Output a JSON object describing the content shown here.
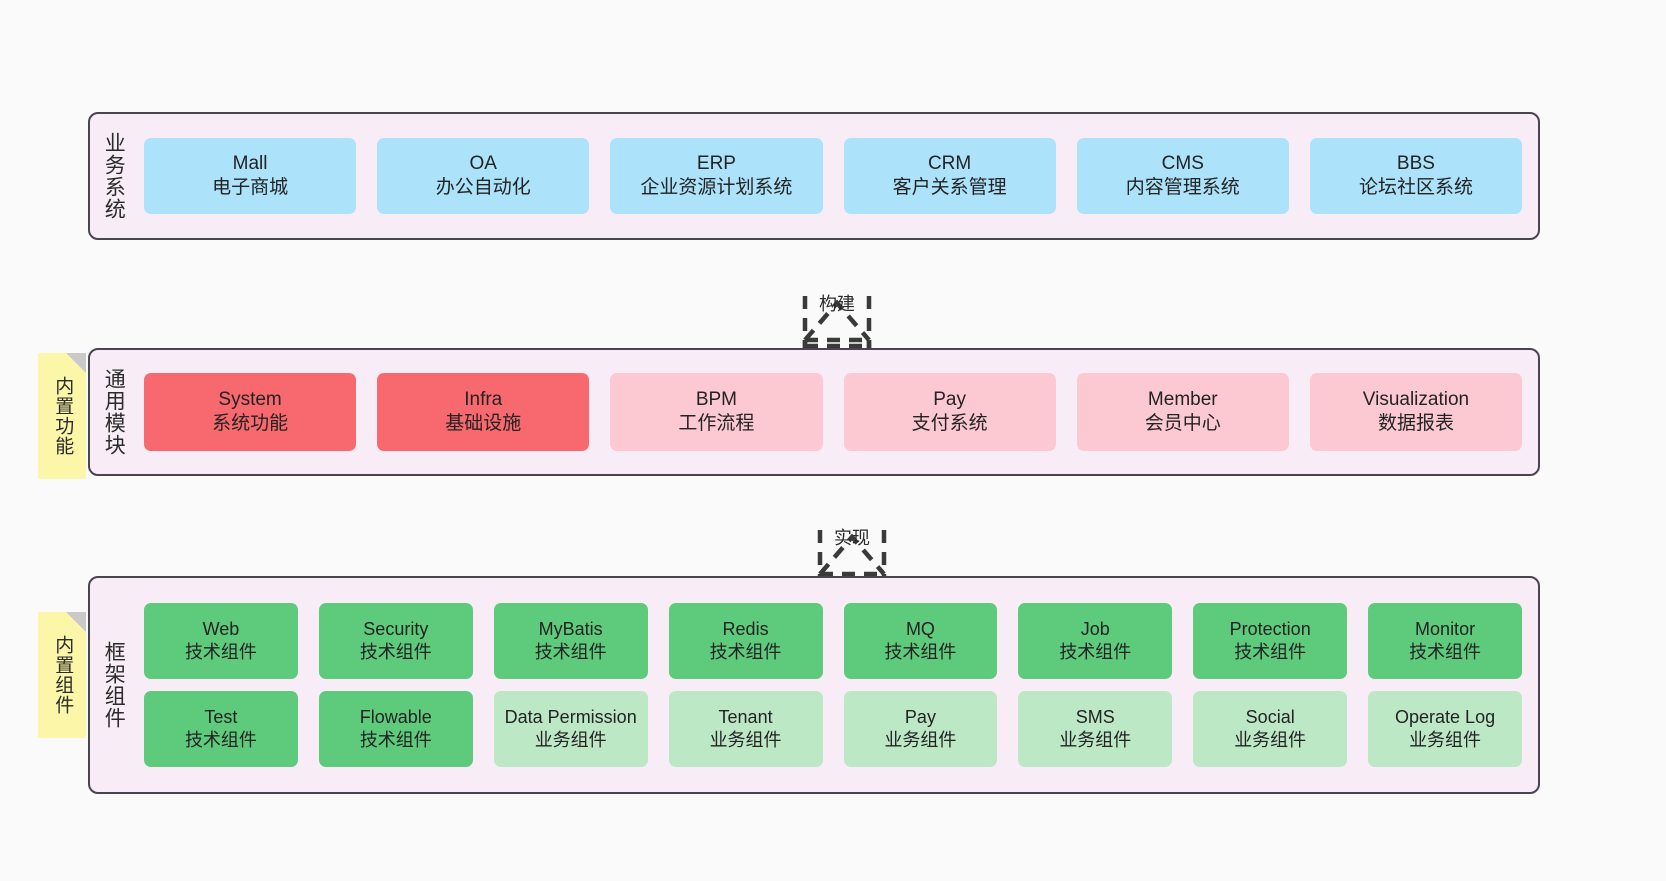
{
  "diagram": {
    "title": "Layered architecture diagram",
    "colors": {
      "canvas_bg": "#fafafa",
      "layer_bg": "#f8ecf6",
      "layer_border": "#4a4450",
      "business_cell": "#ace3fb",
      "module_cell": "#fcc9d2",
      "module_cell_strong": "#f7696e",
      "framework_tech_cell": "#5ecb7c",
      "framework_biz_cell": "#bde8c6",
      "note_bg": "#fcf6a8",
      "note_fold": "#c9c9c9"
    }
  },
  "notes": [
    {
      "name": "builtin-features",
      "label": "内置功能"
    },
    {
      "name": "builtin-components",
      "label": "内置组件"
    }
  ],
  "layers": [
    {
      "name": "business-systems",
      "title": "业务系统",
      "rows": [
        [
          {
            "en": "Mall",
            "cn": "电子商城"
          },
          {
            "en": "OA",
            "cn": "办公自动化"
          },
          {
            "en": "ERP",
            "cn": "企业资源计划系统"
          },
          {
            "en": "CRM",
            "cn": "客户关系管理"
          },
          {
            "en": "CMS",
            "cn": "内容管理系统"
          },
          {
            "en": "BBS",
            "cn": "论坛社区系统"
          }
        ]
      ]
    },
    {
      "name": "common-modules",
      "title": "通用模块",
      "rows": [
        [
          {
            "en": "System",
            "cn": "系统功能",
            "variant": "strong"
          },
          {
            "en": "Infra",
            "cn": "基础设施",
            "variant": "strong"
          },
          {
            "en": "BPM",
            "cn": "工作流程"
          },
          {
            "en": "Pay",
            "cn": "支付系统"
          },
          {
            "en": "Member",
            "cn": "会员中心"
          },
          {
            "en": "Visualization",
            "cn": "数据报表"
          }
        ]
      ]
    },
    {
      "name": "framework-components",
      "title": "框架组件",
      "rows": [
        [
          {
            "en": "Web",
            "cn": "技术组件"
          },
          {
            "en": "Security",
            "cn": "技术组件"
          },
          {
            "en": "MyBatis",
            "cn": "技术组件"
          },
          {
            "en": "Redis",
            "cn": "技术组件"
          },
          {
            "en": "MQ",
            "cn": "技术组件"
          },
          {
            "en": "Job",
            "cn": "技术组件"
          },
          {
            "en": "Protection",
            "cn": "技术组件"
          },
          {
            "en": "Monitor",
            "cn": "技术组件"
          }
        ],
        [
          {
            "en": "Test",
            "cn": "技术组件"
          },
          {
            "en": "Flowable",
            "cn": "技术组件"
          },
          {
            "en": "Data Permission",
            "cn": "业务组件",
            "variant": "soft"
          },
          {
            "en": "Tenant",
            "cn": "业务组件",
            "variant": "soft"
          },
          {
            "en": "Pay",
            "cn": "业务组件",
            "variant": "soft"
          },
          {
            "en": "SMS",
            "cn": "业务组件",
            "variant": "soft"
          },
          {
            "en": "Social",
            "cn": "业务组件",
            "variant": "soft"
          },
          {
            "en": "Operate Log",
            "cn": "业务组件",
            "variant": "soft"
          }
        ]
      ]
    }
  ],
  "connectors": [
    {
      "name": "build",
      "label": "构建",
      "style": "dashed-hollow-arrow-up"
    },
    {
      "name": "implement",
      "label": "实现",
      "style": "dashed-hollow-arrow-up"
    }
  ]
}
